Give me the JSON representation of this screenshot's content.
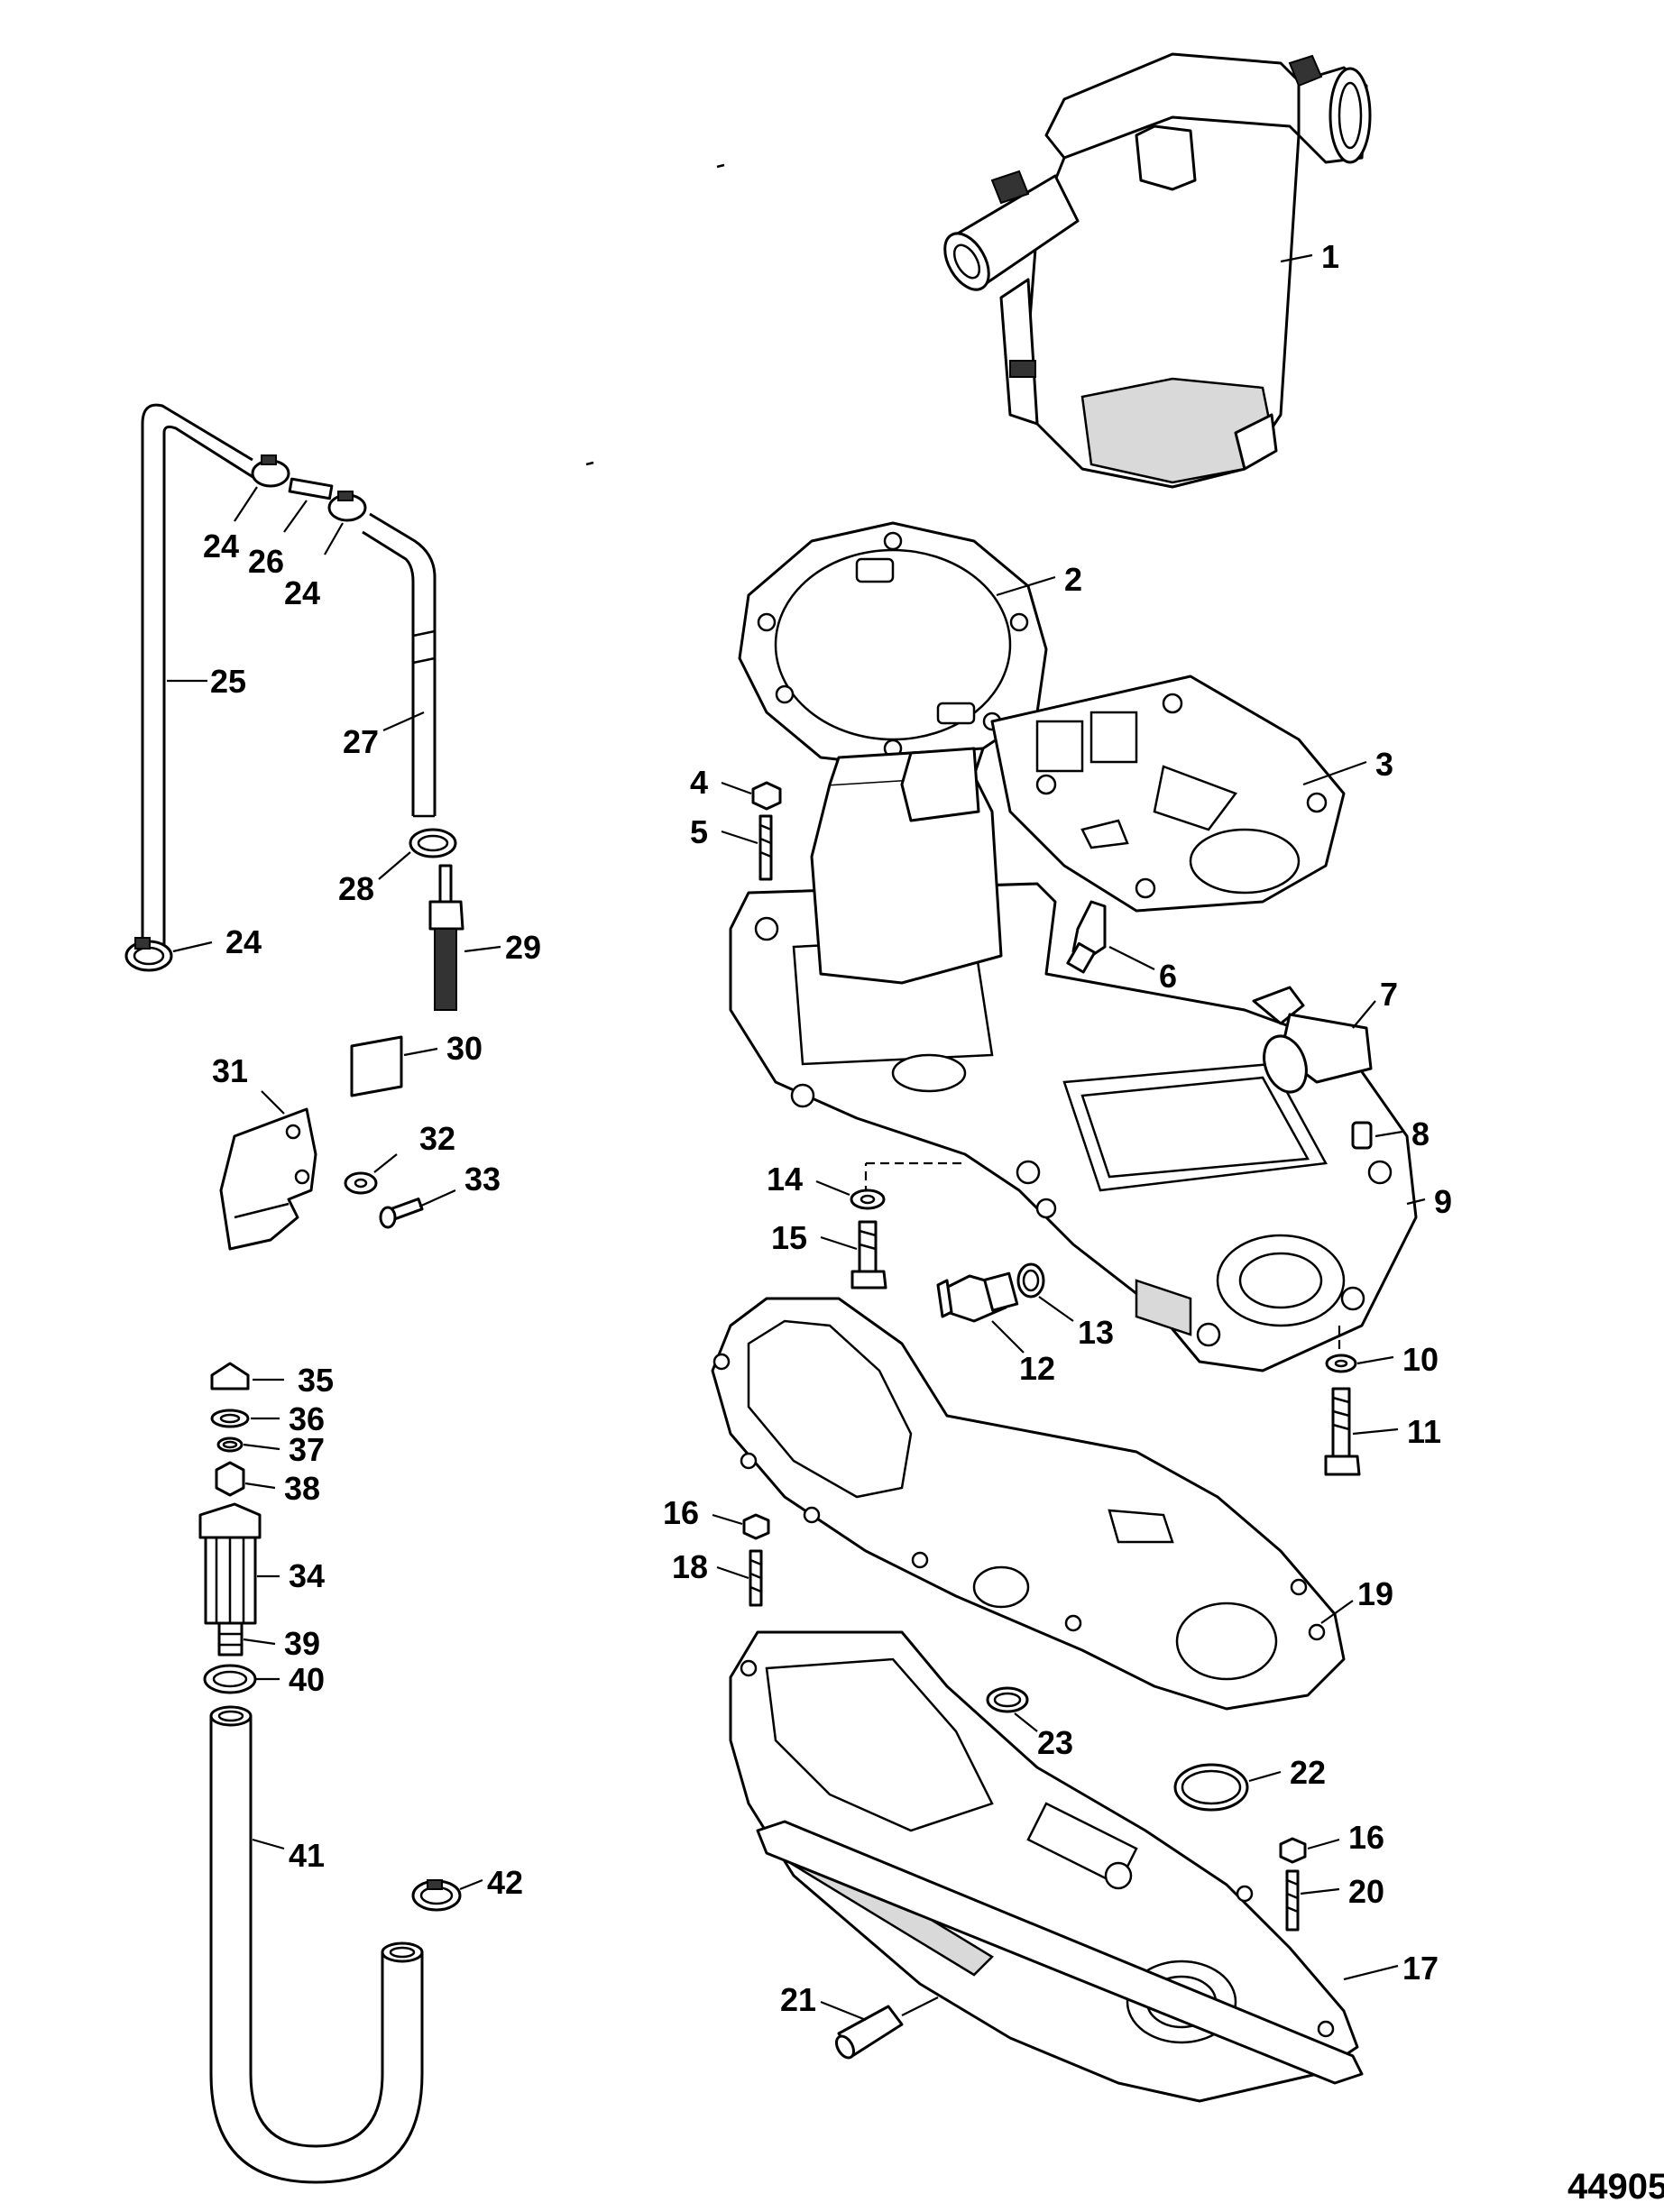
{
  "figure_number": "44905",
  "callouts": {
    "c1": "1",
    "c2": "2",
    "c3": "3",
    "c4": "4",
    "c5": "5",
    "c6": "6",
    "c7": "7",
    "c8": "8",
    "c9": "9",
    "c10": "10",
    "c11": "11",
    "c12": "12",
    "c13": "13",
    "c14": "14",
    "c15": "15",
    "c16a": "16",
    "c16b": "16",
    "c17": "17",
    "c18": "18",
    "c19": "19",
    "c20": "20",
    "c21": "21",
    "c22": "22",
    "c23": "23",
    "c24a": "24",
    "c24b": "24",
    "c24c": "24",
    "c25": "25",
    "c26": "26",
    "c27": "27",
    "c28": "28",
    "c29": "29",
    "c30": "30",
    "c31": "31",
    "c32": "32",
    "c33": "33",
    "c34": "34",
    "c35": "35",
    "c36": "36",
    "c37": "37",
    "c38": "38",
    "c39": "39",
    "c40": "40",
    "c41": "41",
    "c42": "42"
  },
  "colors": {
    "line": "#000000",
    "background": "#ffffff",
    "shade": "#d9d9d9"
  }
}
